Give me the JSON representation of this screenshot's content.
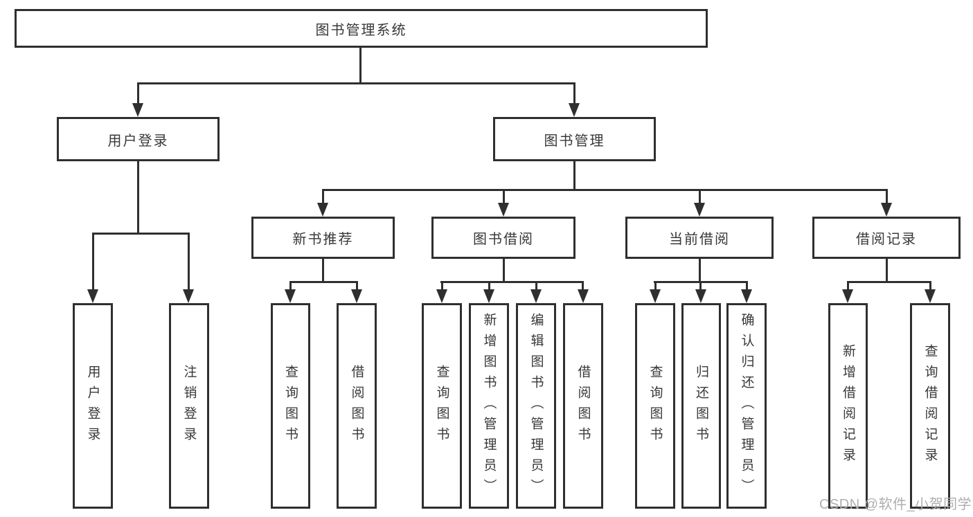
{
  "tree": {
    "root": "图书管理系统",
    "children": [
      {
        "label": "用户登录",
        "children": [
          "用户登录",
          "注销登录"
        ]
      },
      {
        "label": "图书管理",
        "children": [
          {
            "label": "新书推荐",
            "children": [
              "查询图书",
              "借阅图书"
            ]
          },
          {
            "label": "图书借阅",
            "children": [
              "查询图书",
              "新增图书（管理员）",
              "编辑图书（管理员）",
              "借阅图书"
            ]
          },
          {
            "label": "当前借阅",
            "children": [
              "查询图书",
              "归还图书",
              "确认归还（管理员）"
            ]
          },
          {
            "label": "借阅记录",
            "children": [
              "新增借阅记录",
              "查询借阅记录"
            ]
          }
        ]
      }
    ]
  },
  "watermark": "CSDN @软件_小贺同学",
  "colors": {
    "line": "#2f2f2f",
    "text": "#383838",
    "watermark": "#aeaeae",
    "background": "#ffffff"
  }
}
